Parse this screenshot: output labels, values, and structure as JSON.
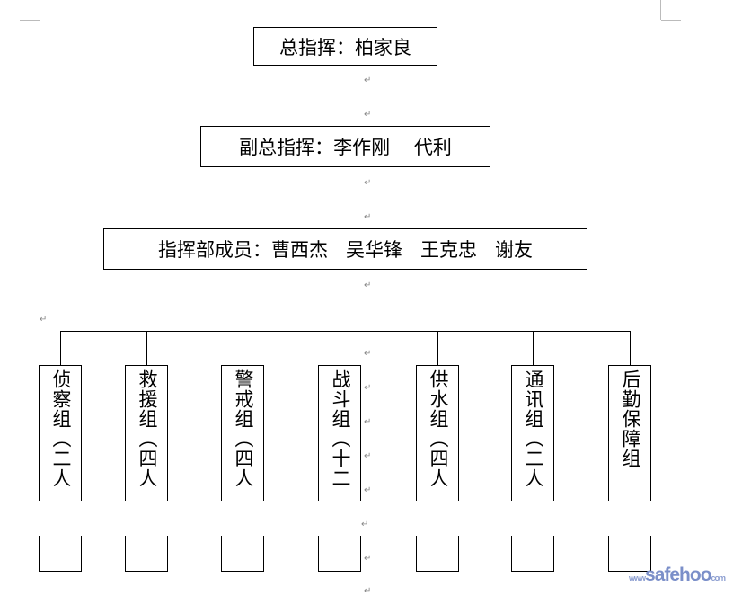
{
  "commander": {
    "label": "总指挥：",
    "name": "柏家良"
  },
  "deputy": {
    "label": "副总指挥：",
    "names": "李作刚    代利"
  },
  "members": {
    "label": "指挥部成员：",
    "names": "曹西杰   吴华锋   王克忠   谢友"
  },
  "groups": [
    {
      "text": "侦察组（二人"
    },
    {
      "text": "救援组（四人"
    },
    {
      "text": "警戒组（四人"
    },
    {
      "text": "战斗组（十二"
    },
    {
      "text": "供水组（四人"
    },
    {
      "text": "通讯组（二人"
    },
    {
      "text": "后勤保障组"
    }
  ],
  "paragraph_mark": "↵",
  "watermark": {
    "prefix": "www",
    "brand": "safehoo",
    "suffix": "com"
  }
}
